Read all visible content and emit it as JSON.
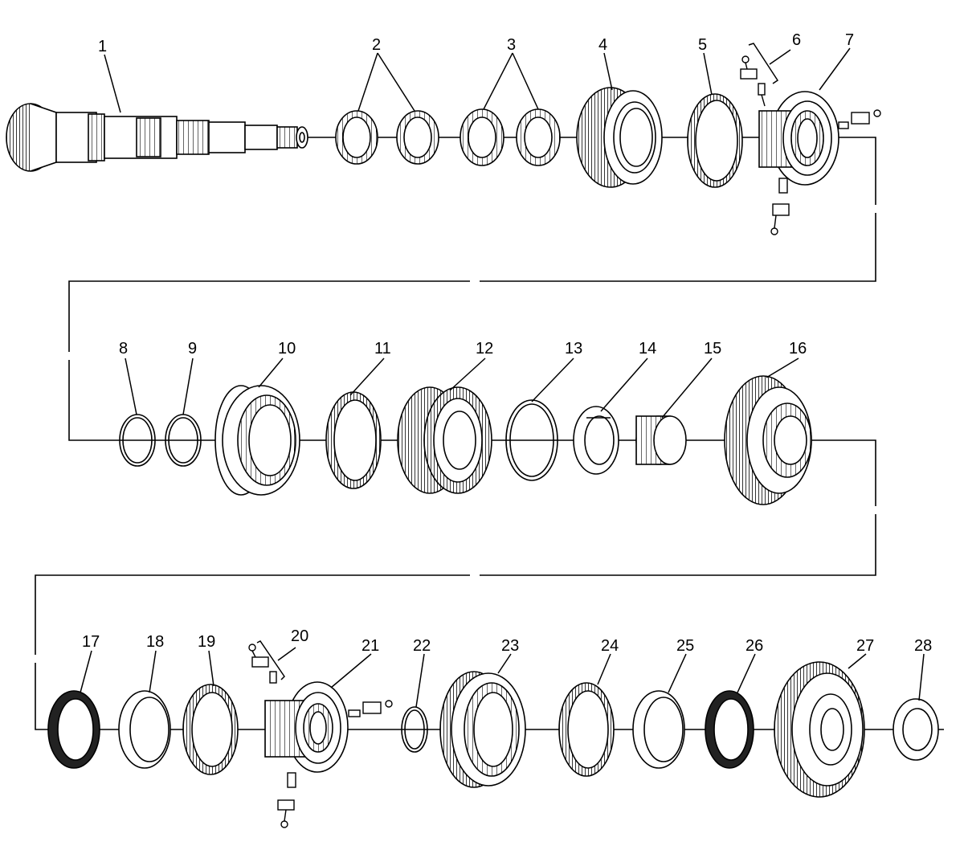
{
  "callouts": [
    "1",
    "2",
    "3",
    "4",
    "5",
    "6",
    "7",
    "8",
    "9",
    "10",
    "11",
    "12",
    "13",
    "14",
    "15",
    "16",
    "17",
    "18",
    "19",
    "20",
    "21",
    "22",
    "23",
    "24",
    "25",
    "26",
    "27",
    "28"
  ],
  "colors": {
    "line": "#000000",
    "part_fill": "#ffffff",
    "part_shade": "#d9d9d9",
    "background": "#ffffff"
  },
  "parts": [
    {
      "callout": "1",
      "kind": "shaft"
    },
    {
      "callout": "2",
      "kind": "needle-bearing-pair"
    },
    {
      "callout": "3",
      "kind": "needle-bearing-pair"
    },
    {
      "callout": "4",
      "kind": "gear"
    },
    {
      "callout": "5",
      "kind": "synchronizer-ring"
    },
    {
      "callout": "6",
      "kind": "synchronizer-key-assembly"
    },
    {
      "callout": "7",
      "kind": "synchronizer-assembly"
    },
    {
      "callout": "8",
      "kind": "snap-ring"
    },
    {
      "callout": "9",
      "kind": "snap-ring"
    },
    {
      "callout": "10",
      "kind": "synchronizer-sleeve"
    },
    {
      "callout": "11",
      "kind": "synchronizer-ring"
    },
    {
      "callout": "12",
      "kind": "gear"
    },
    {
      "callout": "13",
      "kind": "snap-ring"
    },
    {
      "callout": "14",
      "kind": "thrust-washer"
    },
    {
      "callout": "15",
      "kind": "needle-bearing"
    },
    {
      "callout": "16",
      "kind": "gear"
    },
    {
      "callout": "17",
      "kind": "synchronizer-ring"
    },
    {
      "callout": "18",
      "kind": "synchronizer-cone"
    },
    {
      "callout": "19",
      "kind": "synchronizer-ring"
    },
    {
      "callout": "20",
      "kind": "synchronizer-key-assembly"
    },
    {
      "callout": "21",
      "kind": "synchronizer-assembly"
    },
    {
      "callout": "22",
      "kind": "snap-ring"
    },
    {
      "callout": "23",
      "kind": "synchronizer-sleeve"
    },
    {
      "callout": "24",
      "kind": "synchronizer-ring"
    },
    {
      "callout": "25",
      "kind": "synchronizer-cone"
    },
    {
      "callout": "26",
      "kind": "synchronizer-ring"
    },
    {
      "callout": "27",
      "kind": "gear"
    },
    {
      "callout": "28",
      "kind": "thrust-washer"
    }
  ]
}
